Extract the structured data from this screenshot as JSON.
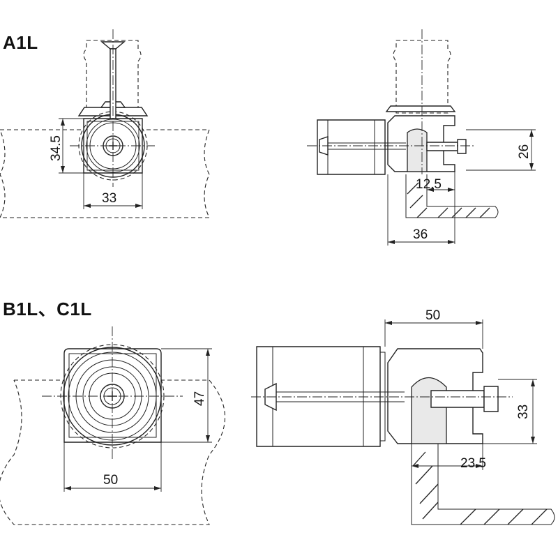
{
  "sections": {
    "a1l": {
      "title": "A1L"
    },
    "b1l_c1l": {
      "title": "B1L、C1L"
    }
  },
  "dimensions": {
    "a1l_front_height": "34.5",
    "a1l_front_width": "33",
    "a1l_side_height": "26",
    "a1l_side_gap": "12.5",
    "a1l_side_depth": "36",
    "b1l_front_height": "47",
    "b1l_front_width": "50",
    "b1l_side_width": "50",
    "b1l_side_height": "33",
    "b1l_side_gap": "23.5"
  }
}
